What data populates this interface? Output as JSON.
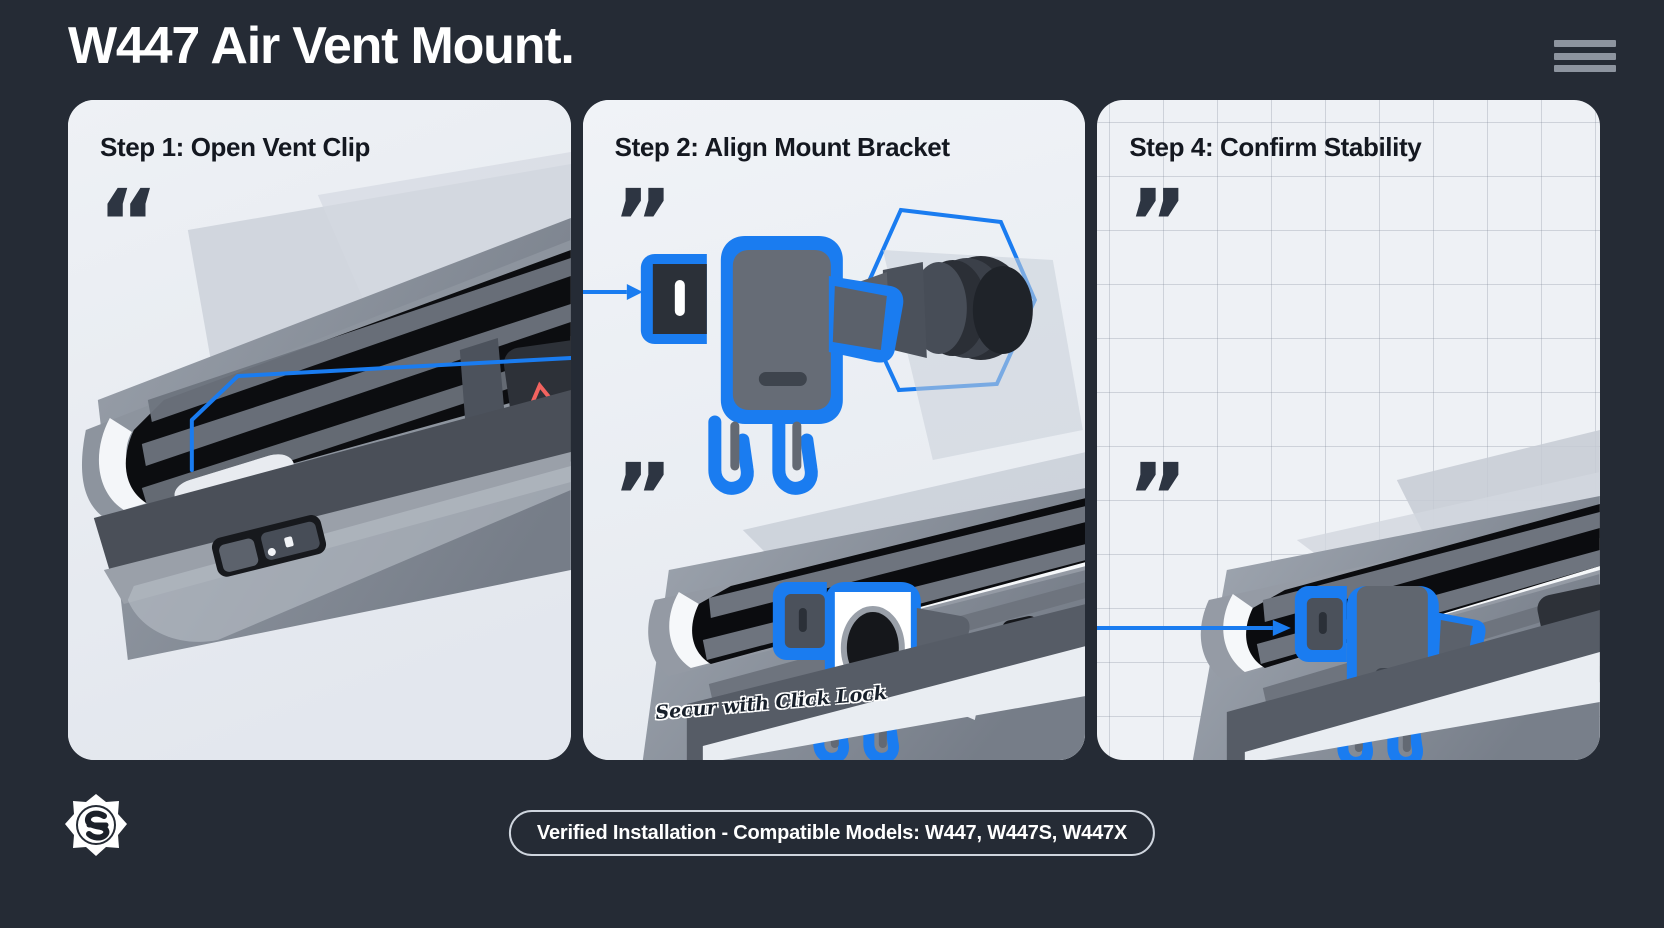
{
  "header": {
    "title": "W447 Air Vent Mount.",
    "menu_icon": "hamburger-menu-icon"
  },
  "theme": {
    "background": "#252b35",
    "card_background": "#eef1f5",
    "accent_blue": "#1a7cf0",
    "title_color": "#ffffff",
    "heading_color": "#141820",
    "hazard_red": "#f2635f"
  },
  "cards": [
    {
      "title": "Step 1: Open Vent Clip",
      "quote_glyph": "“",
      "quote_glyph_2": "",
      "grid": false,
      "annotation": "pointer-line-to-vent-clip"
    },
    {
      "title": "Step 2: Align Mount Bracket",
      "quote_glyph": "”",
      "quote_glyph_2": "”",
      "grid": false,
      "caption": "Secur with Click Lock",
      "annotation": "arrow-to-mount-bracket"
    },
    {
      "title": "Step 4: Confirm Stability",
      "quote_glyph": "”",
      "quote_glyph_2": "”",
      "grid": true,
      "annotation": "arrow-to-installed-mount"
    }
  ],
  "footer": {
    "logo": "s-badge-logo",
    "badge_text": "Verified Installation - Compatible Models: W447, W447S, W447X"
  }
}
